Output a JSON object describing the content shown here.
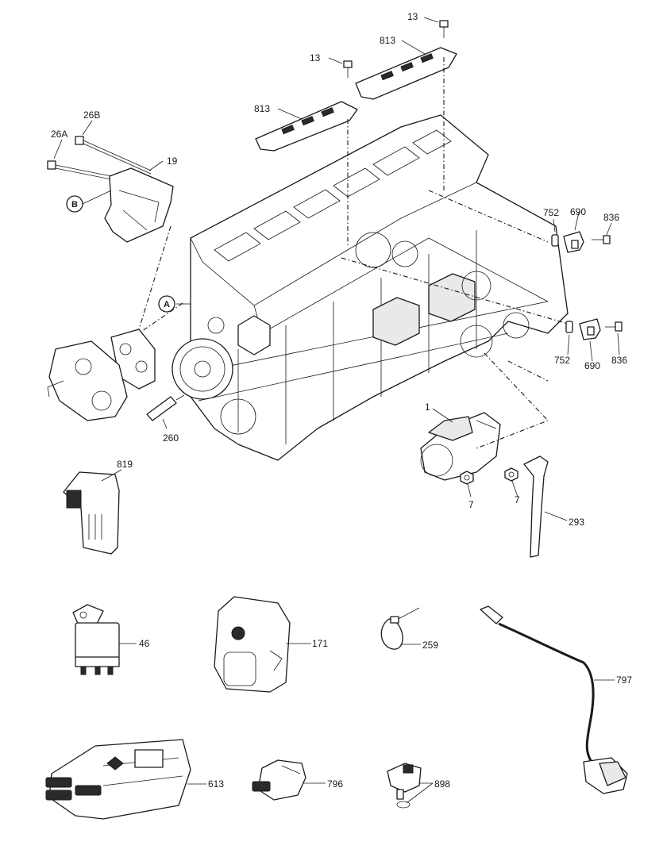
{
  "labels": {
    "bolt_13_top": "13",
    "bolt_13_mid": "13",
    "harness_813_top": "813",
    "harness_813_left": "813",
    "bolt_26b": "26B",
    "bolt_26a": "26A",
    "bracket_19": "19",
    "ref_b": "B",
    "ref_a": "A",
    "seal_752_top": "752",
    "sensor_690_top": "690",
    "bolt_836_top": "836",
    "seal_752_bottom": "752",
    "sensor_690_bottom": "690",
    "bolt_836_bottom": "836",
    "starter_1": "1",
    "nut_7_left": "7",
    "nut_7_right": "7",
    "strap_293": "293",
    "plug_260": "260",
    "sensor_819": "819",
    "relay_46": "46",
    "module_171": "171",
    "tie_259": "259",
    "probe_797": "797",
    "ecu_613": "613",
    "sensor_796": "796",
    "sensor_898": "898"
  }
}
